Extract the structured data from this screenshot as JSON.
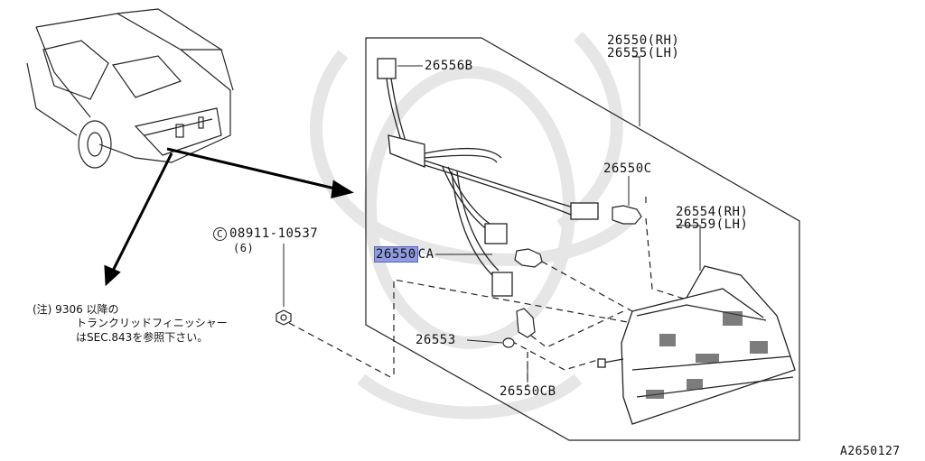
{
  "parts": {
    "p26556B": "26556B",
    "p26550_rh": "26550(RH)",
    "p26555_lh": "26555(LH)",
    "p26550C": "26550C",
    "p26554_rh": "26554(RH)",
    "p26559_lh": "26559(LH)",
    "p26550CA_hl": "26550",
    "p26550CA_rest": "CA",
    "p26553": "26553",
    "p26550CB": "26550CB",
    "screw_symbol": "C",
    "screw_no": "08911-10537",
    "screw_qty": "(6)"
  },
  "note": {
    "line1": "(注) 9306 以降の",
    "line2": "トランクリッドフィニッシャー",
    "line3": "はSEC.843を参照下さい。"
  },
  "ref_code": "A2650127",
  "colors": {
    "highlight": "#8f9be0",
    "ink": "#111111",
    "watermark": "#e8e8e8"
  }
}
